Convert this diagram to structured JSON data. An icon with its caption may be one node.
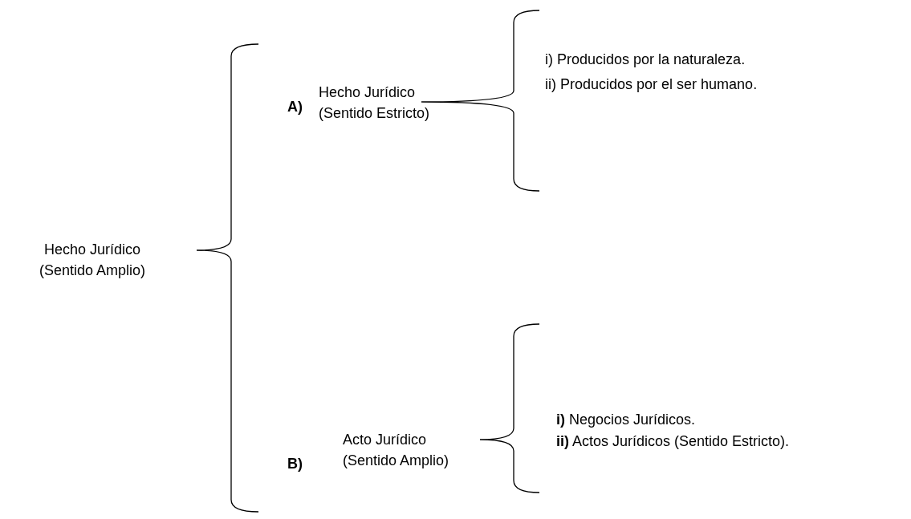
{
  "diagram": {
    "nodes": [
      {
        "text": [
          "Hecho Jurídico (Sentido Amplio)"
        ]
      },
      {
        "text": [
          "A)",
          "Hecho Jurídico (Sentido Estricto)"
        ]
      },
      {
        "text": [
          "i) Producidos por la naturaleza."
        ]
      },
      {
        "text": [
          "ii) Producidos por el ser humano."
        ]
      },
      {
        "text": [
          "B)",
          "Acto Jurídico (Sentido Amplio)"
        ]
      },
      {
        "text": [
          "**i)** Negocios Jurídicos."
        ]
      },
      {
        "text": [
          "**ii)** Actos Jurídicos (Sentido Estricto)."
        ]
      }
    ]
  }
}
